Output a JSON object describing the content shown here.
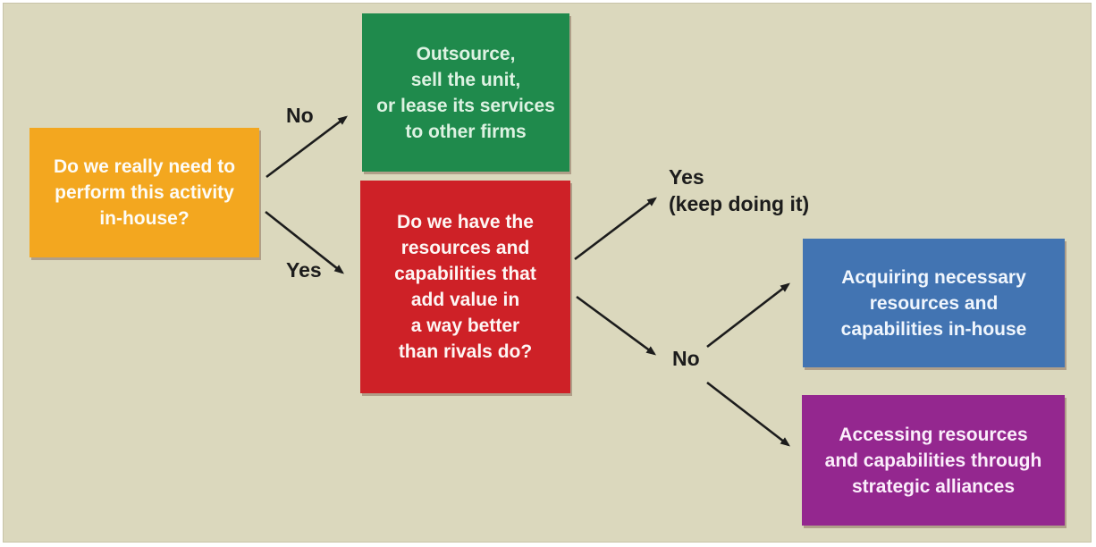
{
  "diagram": {
    "type": "decision-tree-flowchart",
    "nodes": {
      "in_house_question": {
        "text": "Do we really need to\nperform this activity\nin-house?",
        "color": "#f3a71f",
        "role": "decision"
      },
      "outsource_outcome": {
        "text": "Outsource,\nsell the unit,\nor lease its services\nto other firms",
        "color": "#1f8a4c",
        "role": "outcome"
      },
      "resources_question": {
        "text": "Do we have the\nresources and\ncapabilities that\nadd value in\na way better\nthan rivals do?",
        "color": "#ce2127",
        "role": "decision"
      },
      "acquire_outcome": {
        "text": "Acquiring necessary\nresources and\ncapabilities in-house",
        "color": "#4274b2",
        "role": "outcome"
      },
      "alliances_outcome": {
        "text": "Accessing resources\nand capabilities through\nstrategic alliances",
        "color": "#94278f",
        "role": "outcome"
      }
    },
    "edge_labels": {
      "no_to_outsource": "No",
      "yes_to_resources": "Yes",
      "yes_keep_doing_it": "Yes\n(keep doing it)",
      "no_branch": "No"
    },
    "edges": [
      {
        "from": "in_house_question",
        "to": "outsource_outcome",
        "label": "No"
      },
      {
        "from": "in_house_question",
        "to": "resources_question",
        "label": "Yes"
      },
      {
        "from": "resources_question",
        "to": "keep-doing-it",
        "label": "Yes (keep doing it)"
      },
      {
        "from": "resources_question",
        "to": "no-branch-point",
        "label": "No"
      },
      {
        "from": "no-branch-point",
        "to": "acquire_outcome",
        "label": ""
      },
      {
        "from": "no-branch-point",
        "to": "alliances_outcome",
        "label": ""
      }
    ],
    "colors": {
      "background": "#dbd8bd",
      "outer_border": "#ffffff",
      "panel_edge": "#c8c4a8",
      "arrow": "#1c1c1c",
      "node_yellow": "#f3a71f",
      "node_green": "#1f8a4c",
      "node_red": "#ce2127",
      "node_blue": "#4274b2",
      "node_purple": "#94278f",
      "text_on_nodes": "#ffffff"
    }
  }
}
